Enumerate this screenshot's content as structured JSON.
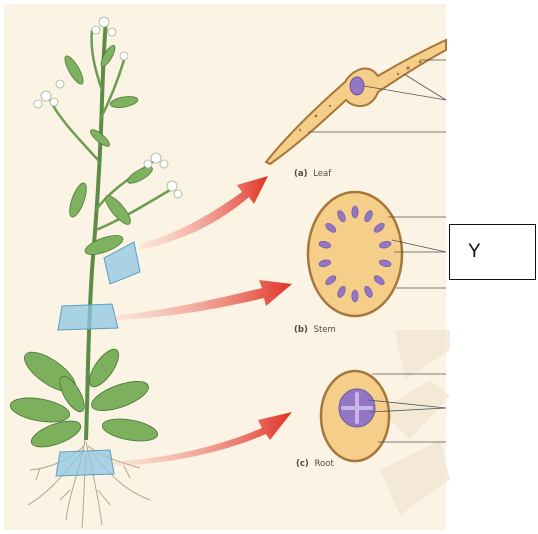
{
  "labels": {
    "leaf": {
      "letter": "(a)",
      "name": "Leaf"
    },
    "stem": {
      "letter": "(b)",
      "name": "Stem"
    },
    "root": {
      "letter": "(c)",
      "name": "Root"
    }
  },
  "answer_box": {
    "text": "Y"
  },
  "colors": {
    "background": "#fbf3e3",
    "tissue_fill": "#f5cf8a",
    "tissue_edge": "#a8763a",
    "vascular": "#9477c4",
    "arrow": "#e23c2c",
    "plant_green": "#6fa255",
    "section_plane": "#8ec7e6"
  }
}
